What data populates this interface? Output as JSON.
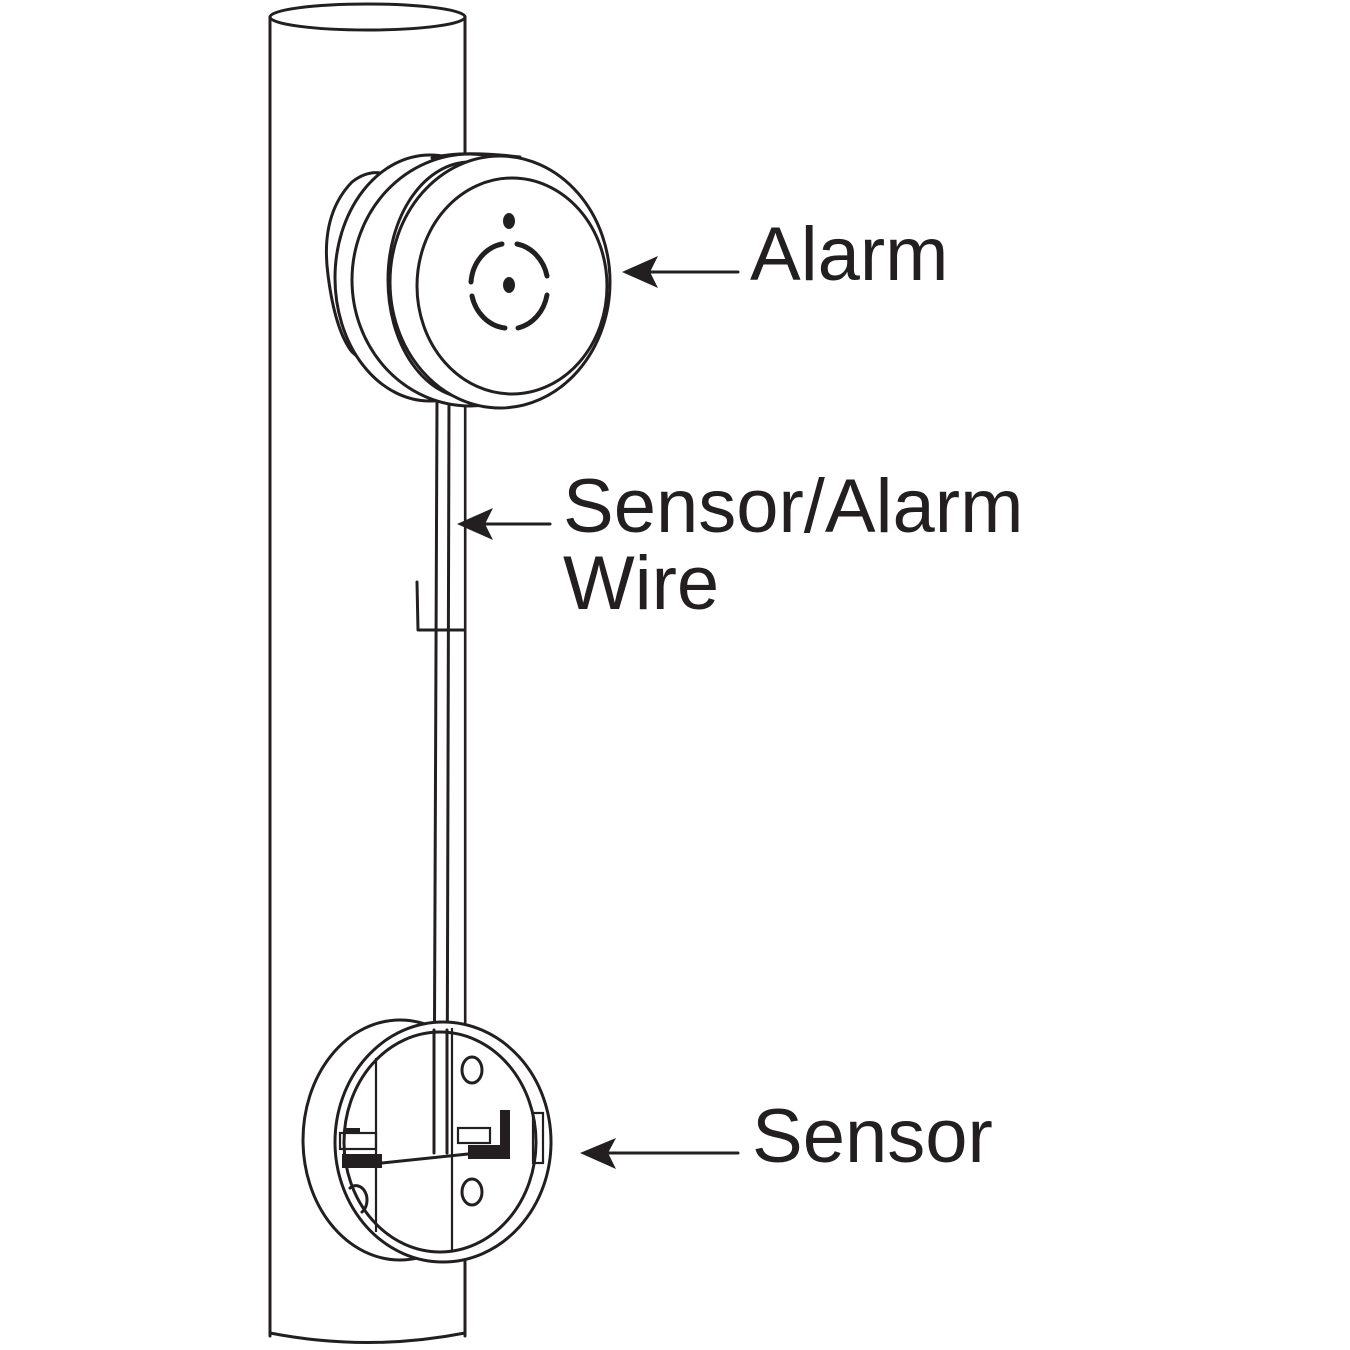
{
  "diagram": {
    "labels": {
      "alarm": "Alarm",
      "wire_line1": "Sensor/Alarm",
      "wire_line2": "Wire",
      "sensor": "Sensor"
    },
    "colors": {
      "ink": "#231f20",
      "background": "#ffffff"
    }
  }
}
